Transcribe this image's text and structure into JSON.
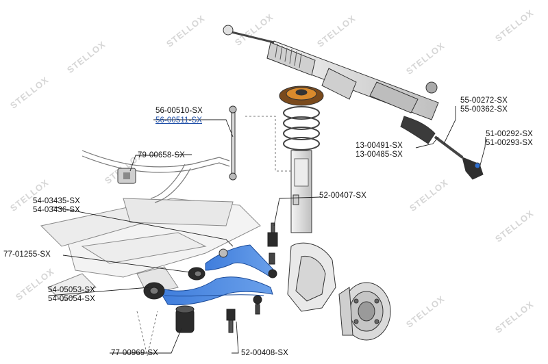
{
  "watermark": {
    "text": "STELLOX",
    "color": "#c8c8c8"
  },
  "parts": {
    "stabilizer_link": [
      "56-00510-SX",
      "56-00511-SX"
    ],
    "stabilizer_bush": [
      "79-00658-SX"
    ],
    "upper_arm": [
      "54-03435-SX",
      "54-03436-SX"
    ],
    "arm_bush": [
      "77-01255-SX"
    ],
    "lower_arm": [
      "54-05053-SX",
      "54-05054-SX"
    ],
    "arm_bush_rear": [
      "77-00969-SX"
    ],
    "ball_joint_upper": [
      "52-00407-SX"
    ],
    "ball_joint_lower": [
      "52-00408-SX"
    ],
    "axial_joint": [
      "13-00491-SX",
      "13-00485-SX"
    ],
    "boot": [
      "55-00272-SX",
      "55-00362-SX"
    ],
    "tie_rod_end": [
      "51-00292-SX",
      "51-00293-SX"
    ]
  },
  "colors": {
    "accent": "#2f6fd0",
    "mount": "#d98a2c",
    "leader": "#222222",
    "link": "#1f4fa8"
  }
}
